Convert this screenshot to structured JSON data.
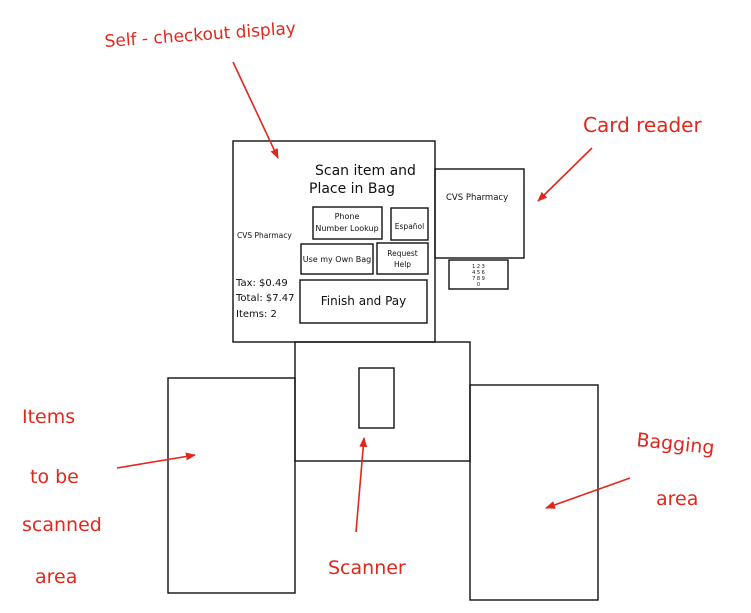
{
  "annotations": {
    "self_checkout": "Self - checkout display",
    "card_reader": "Card reader",
    "items_area": [
      "Items",
      "to be",
      "scanned",
      "area"
    ],
    "bagging_area": [
      "Bagging",
      "area"
    ],
    "scanner": "Scanner"
  },
  "screen": {
    "heading_line1": "Scan item and",
    "heading_line2": "Place in Bag",
    "store_name": "CVS Pharmacy",
    "tax": "Tax: $0.49",
    "total": "Total: $7.47",
    "items": "Items: 2",
    "phone_lookup_line1": "Phone",
    "phone_lookup_line2": "Number Lookup",
    "espanol": "Español",
    "own_bag": "Use my Own Bag",
    "request_help_line1": "Request",
    "request_help_line2": "Help",
    "finish_pay": "Finish and Pay"
  },
  "card_reader": {
    "store_name": "CVS Pharmacy",
    "keypad_rows": [
      "1 2 3",
      "4 5 6",
      "7 8 9",
      "0"
    ]
  },
  "colors": {
    "annotation": "#e0281c",
    "outline": "#111111"
  }
}
